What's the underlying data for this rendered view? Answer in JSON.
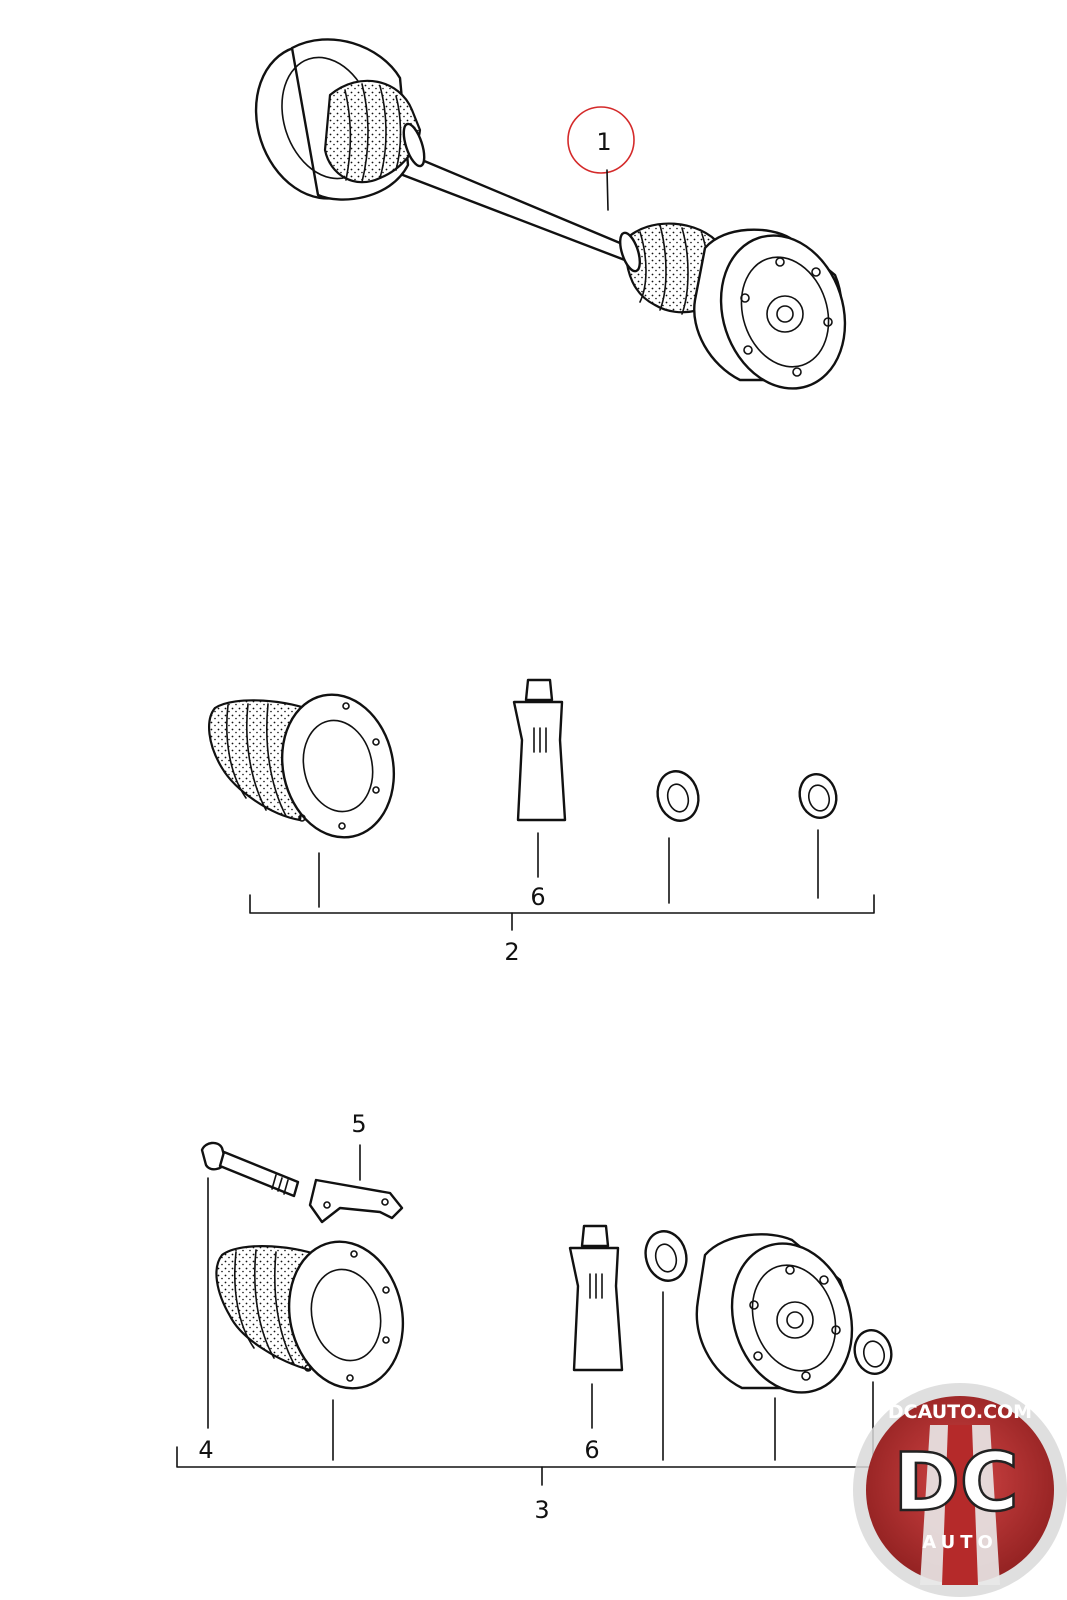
{
  "diagram": {
    "callouts": {
      "c1": "1",
      "c2": "2",
      "c3": "3",
      "c4": "4",
      "c5": "5",
      "c6a": "6",
      "c6b": "6"
    },
    "highlighted_callout": "1",
    "highlight_color": "#d42a2a"
  },
  "watermark": {
    "top_text": "DCAUTO.COM",
    "logo_letters": "DC",
    "bottom_text": "AUTO",
    "colors": {
      "ring": "#c8c8c8",
      "fill": "#b52a2a",
      "text": "#ffffff"
    }
  }
}
